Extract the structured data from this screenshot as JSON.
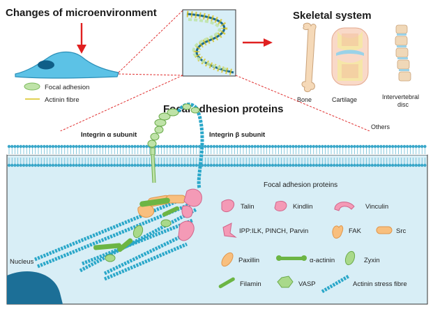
{
  "top": {
    "title": "Changes of microenvironment",
    "legend": [
      {
        "label": "Focal adhesion",
        "color": "#bfe3a8"
      },
      {
        "label": "Actinin fibre",
        "color": "#d8c21a"
      }
    ]
  },
  "skeletal": {
    "title": "Skeletal system",
    "items": [
      {
        "label": "Bone"
      },
      {
        "label": "Cartilage"
      },
      {
        "label": "Intervertebral disc"
      }
    ],
    "others": "Others"
  },
  "main": {
    "title": "Focal adhesion proteins",
    "integrin_alpha": "Integrin α subunit",
    "integrin_beta": "Integrin β subunit",
    "nucleus": "Nucleus",
    "legend_title": "Focal adhesion proteins",
    "legend": [
      {
        "label": "Talin",
        "color": "#f49ab6"
      },
      {
        "label": "Kindlin",
        "color": "#f49ab6"
      },
      {
        "label": "Vinculin",
        "color": "#f49ab6"
      },
      {
        "label": "IPP:ILK, PINCH, Parvin",
        "color": "#f49ab6"
      },
      {
        "label": "FAK",
        "color": "#f8bf7e"
      },
      {
        "label": "Src",
        "color": "#f8bf7e"
      },
      {
        "label": "Paxillin",
        "color": "#f8bf7e"
      },
      {
        "label": "α-actinin",
        "color": "#6cb544"
      },
      {
        "label": "Zyxin",
        "color": "#a9d98a"
      },
      {
        "label": "Filamin",
        "color": "#6cb544"
      },
      {
        "label": "VASP",
        "color": "#a9d98a"
      },
      {
        "label": "Actinin stress fibre",
        "color": "#2aa7c9"
      }
    ]
  },
  "colors": {
    "cell_membrane": "#cfeaf3",
    "cytoplasm": "#d8eef6",
    "lipid_head": "#3aa7c9",
    "nucleus": "#1c6f97",
    "arrow_red": "#e02020",
    "dashed_red": "#e03030"
  }
}
